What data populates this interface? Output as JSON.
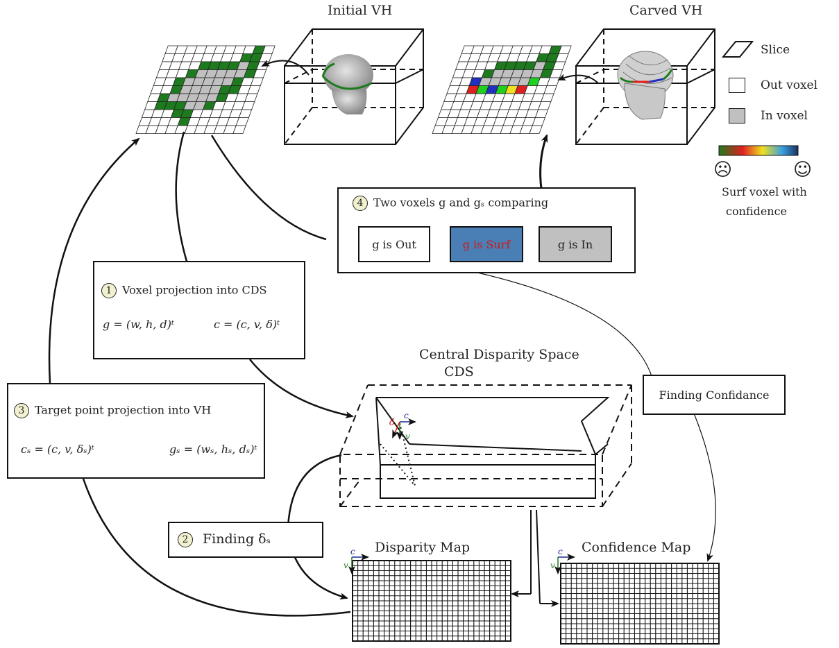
{
  "titles": {
    "initial_vh": "Initial VH",
    "carved_vh": "Carved VH",
    "cds_title": "Central Disparity Space",
    "cds_abbr": "CDS",
    "disparity_map": "Disparity Map",
    "confidence_map": "Confidence Map"
  },
  "legend": {
    "slice": "Slice",
    "out_voxel": "Out voxel",
    "in_voxel": "In voxel",
    "surf_line1": "Surf voxel with",
    "surf_line2": "confidence",
    "bad_face": "☹",
    "good_face": "☺"
  },
  "steps": {
    "step1": {
      "num": "1",
      "title": "Voxel  projection into CDS",
      "left": "g = (w, h, d)ᵗ",
      "right": "c = (c, v, δ)ᵗ"
    },
    "step2": {
      "num": "2",
      "title": "Finding δₛ"
    },
    "step3": {
      "num": "3",
      "title": "Target point  projection into VH",
      "left": "cₛ = (c, v, δₛ)ᵗ",
      "right": "gₛ = (wₛ, hₛ, dₛ)ᵗ"
    },
    "step4": {
      "num": "4",
      "title": "Two voxels g and gₛ comparing",
      "options": [
        "g is Out",
        "g is Surf",
        "g is In"
      ]
    }
  },
  "finding_confidence": "Finding Confidance",
  "axes": {
    "c": "c",
    "v": "v",
    "delta": "δ"
  },
  "colors": {
    "green": "#1e7a1e",
    "gray": "#c0c0c0",
    "surf_blue": "#4a7fb5",
    "surf_text": "#d01818",
    "num_bg": "#f1f1d0"
  }
}
